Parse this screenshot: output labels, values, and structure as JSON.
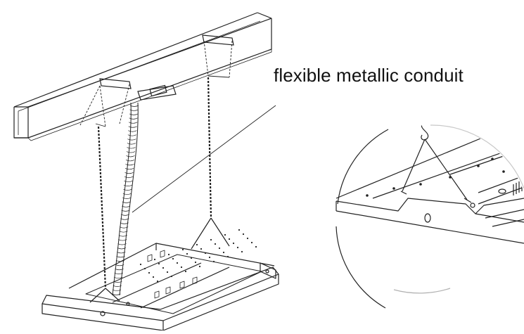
{
  "callout": {
    "label": "flexible metallic conduit"
  },
  "parts": {
    "rail": "unistrut-channel",
    "chains": "suspension-chains",
    "conduit": "flexible-metallic-conduit",
    "fixture": "high-bay-light-fixture",
    "detail": "hook-detail-magnified"
  },
  "colors": {
    "line": "#222222",
    "background": "#ffffff"
  }
}
